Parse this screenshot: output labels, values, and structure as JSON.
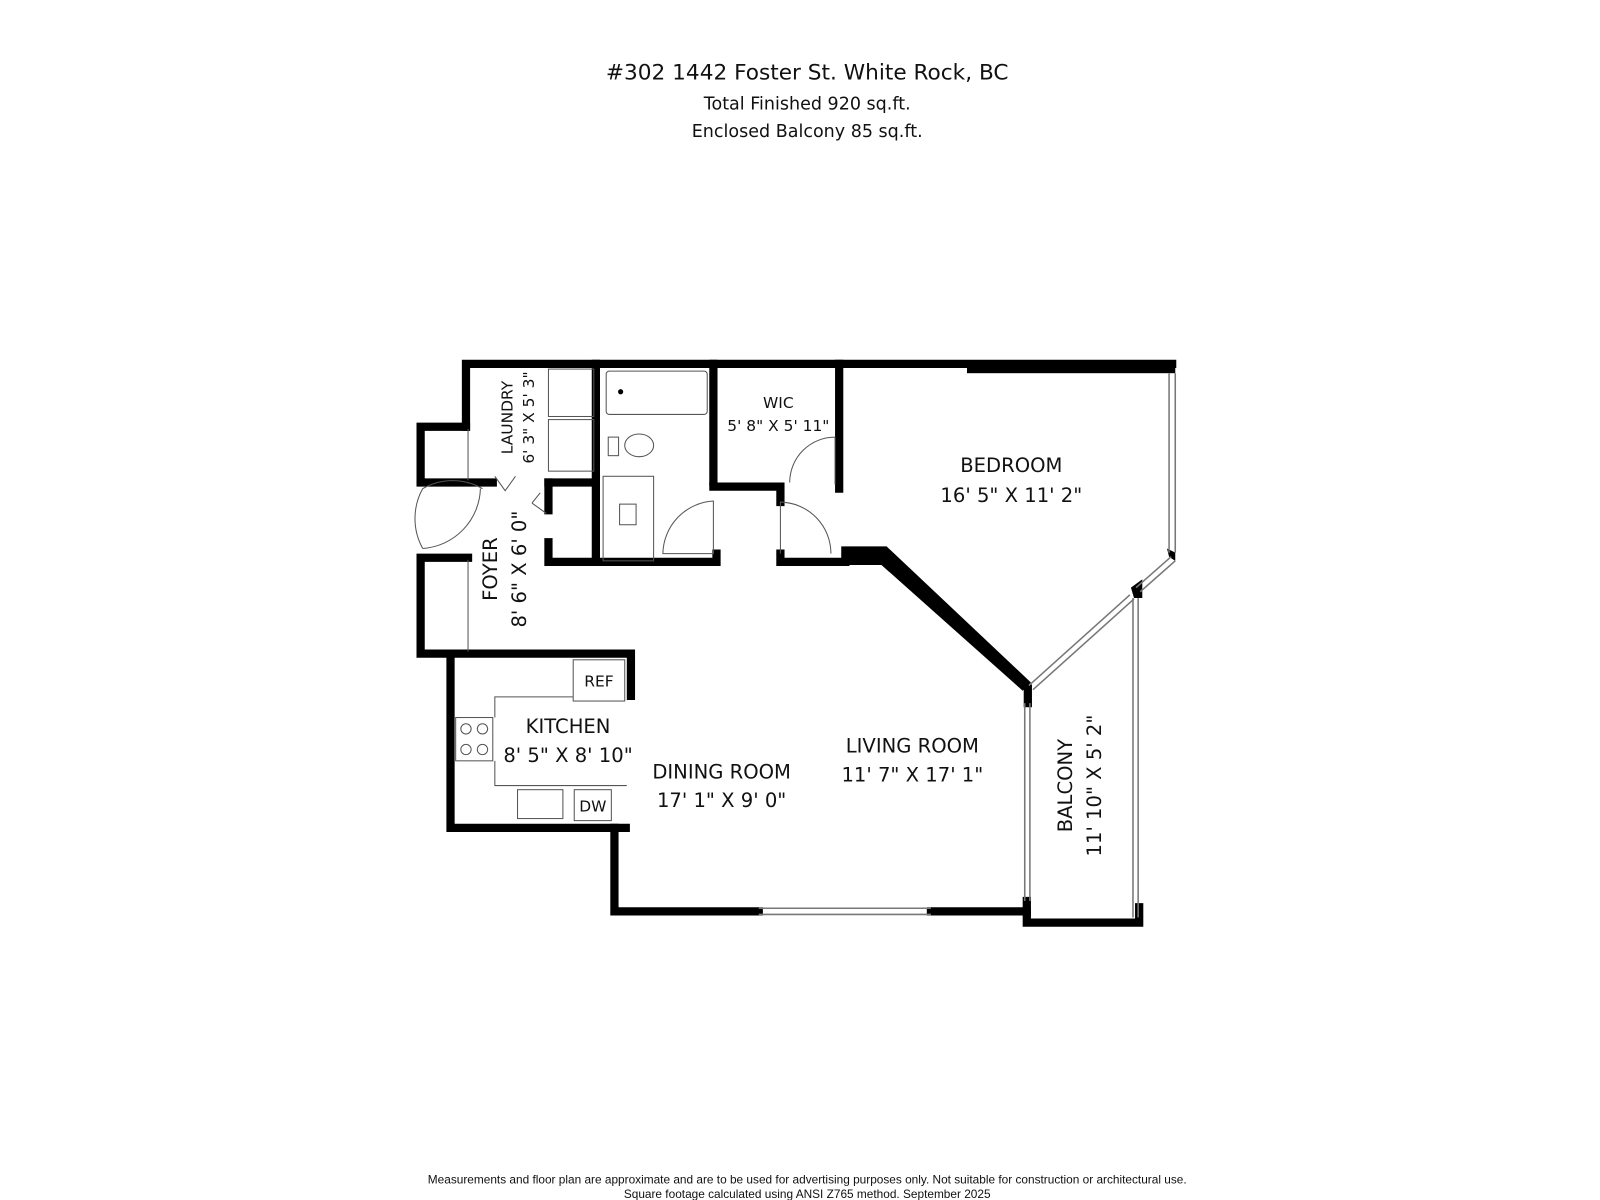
{
  "header": {
    "address": "#302 1442 Foster St. White Rock, BC",
    "total_finished": "Total Finished  920 sq.ft.",
    "enclosed_balcony": "Enclosed Balcony  85 sq.ft."
  },
  "rooms": {
    "laundry": {
      "name": "LAUNDRY",
      "size": "6' 3\" X 5' 3\""
    },
    "wic": {
      "name": "WIC",
      "size": "5' 8\" X 5' 11\""
    },
    "bedroom": {
      "name": "BEDROOM",
      "size": "16' 5\" X 11' 2\""
    },
    "foyer": {
      "name": "FOYER",
      "size": "8' 6\" X 6' 0\""
    },
    "kitchen": {
      "name": "KITCHEN",
      "size": "8' 5\" X 8' 10\""
    },
    "dining": {
      "name": "DINING ROOM",
      "size": "17' 1\" X 9' 0\""
    },
    "living": {
      "name": "LIVING ROOM",
      "size": "11' 7\" X 17' 1\""
    },
    "balcony": {
      "name": "BALCONY",
      "size": "11' 10\" X 5' 2\""
    }
  },
  "fixtures": {
    "ref": "REF",
    "dw": "DW"
  },
  "footer": {
    "line1": "Measurements and floor plan are approximate and are to be used for advertising purposes only. Not suitable for construction or architectural use.",
    "line2": "Square footage calculated using ANSI Z765 method. September 2025"
  }
}
